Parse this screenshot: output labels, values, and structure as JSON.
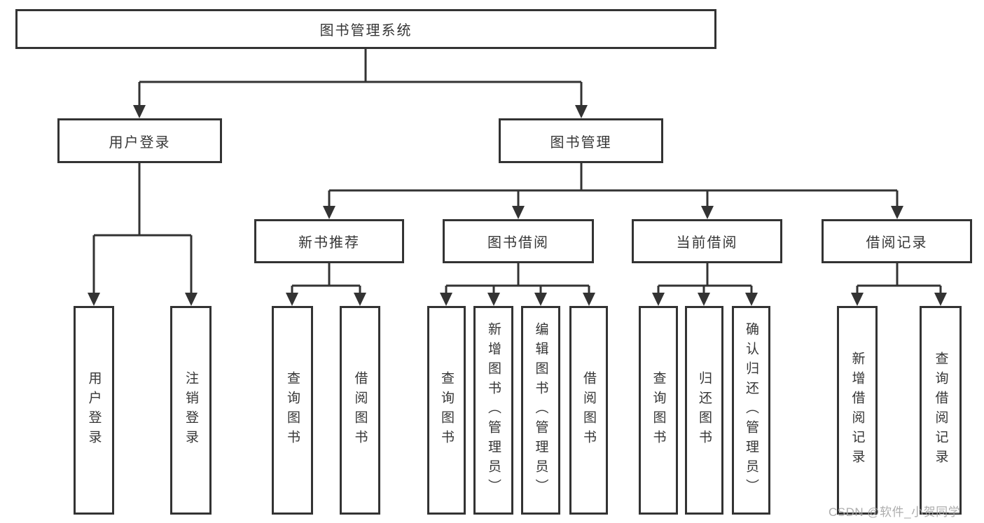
{
  "diagram": {
    "title_node": {
      "label": "图书管理系统"
    },
    "level2": [
      {
        "label": "用户登录"
      },
      {
        "label": "图书管理"
      }
    ],
    "level3": [
      {
        "label": "新书推荐",
        "parent": "图书管理"
      },
      {
        "label": "图书借阅",
        "parent": "图书管理"
      },
      {
        "label": "当前借阅",
        "parent": "图书管理"
      },
      {
        "label": "借阅记录",
        "parent": "图书管理"
      }
    ],
    "leaves": [
      {
        "label": "用户登录",
        "parent": "用户登录"
      },
      {
        "label": "注销登录",
        "parent": "用户登录"
      },
      {
        "label": "查询图书",
        "parent": "新书推荐"
      },
      {
        "label": "借阅图书",
        "parent": "新书推荐"
      },
      {
        "label": "查询图书",
        "parent": "图书借阅"
      },
      {
        "label": "新增图书（管理员）",
        "parent": "图书借阅"
      },
      {
        "label": "编辑图书（管理员）",
        "parent": "图书借阅"
      },
      {
        "label": "借阅图书",
        "parent": "图书借阅"
      },
      {
        "label": "查询图书",
        "parent": "当前借阅"
      },
      {
        "label": "归还图书",
        "parent": "当前借阅"
      },
      {
        "label": "确认归还（管理员）",
        "parent": "当前借阅"
      },
      {
        "label": "新增借阅记录",
        "parent": "借阅记录"
      },
      {
        "label": "查询借阅记录",
        "parent": "借阅记录"
      }
    ],
    "watermark": "CSDN @软件_小贺同学",
    "colors": {
      "border": "#333333",
      "line": "#333333",
      "text": "#363636",
      "watermark": "#a5a5a5",
      "background": "#ffffff"
    }
  }
}
